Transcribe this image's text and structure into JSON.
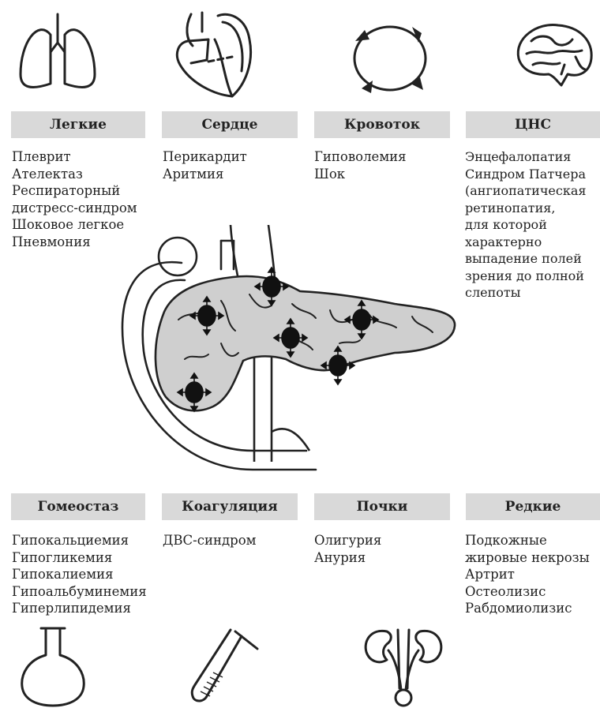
{
  "top_sections": [
    {
      "id": "lungs",
      "icon": "lungs-icon",
      "title": "Легкие",
      "items": [
        "Плеврит",
        "Ателектаз",
        "Респираторный",
        "дистресс-синдром",
        "Шоковое легкое",
        "Пневмония"
      ]
    },
    {
      "id": "heart",
      "icon": "heart-icon",
      "title": "Сердце",
      "items": [
        "Перикардит",
        "Аритмия"
      ]
    },
    {
      "id": "circulation",
      "icon": "circulation-cycle-icon",
      "title": "Кровоток",
      "items": [
        "Гиповолемия",
        "Шок"
      ]
    },
    {
      "id": "cns",
      "icon": "brain-icon",
      "title": "ЦНС",
      "items": [
        "Энцефалопатия",
        "Синдром Патчера",
        "(ангиопатическая",
        "ретинопатия,",
        "для которой",
        "характерно",
        "выпадение полей",
        "зрения до полной",
        "слепоты"
      ]
    }
  ],
  "bottom_sections": [
    {
      "id": "homeostasis",
      "icon": "flask-icon",
      "title": "Гомеостаз",
      "items": [
        "Гипокальциемия",
        "Гипогликемия",
        "Гипокалиемия",
        "Гипоальбуминемия",
        "Гиперлипидемия"
      ]
    },
    {
      "id": "coagulation",
      "icon": "test-tube-icon",
      "title": "Коагуляция",
      "items": [
        "ДВС-синдром"
      ]
    },
    {
      "id": "kidneys",
      "icon": "kidneys-icon",
      "title": "Почки",
      "items": [
        "Олигурия",
        "Анурия"
      ]
    },
    {
      "id": "rare",
      "icon": "none",
      "title": "Редкие",
      "items": [
        "Подкожные",
        "жировые некрозы",
        "Артрит",
        "Остеолизис",
        "Рабдомиолизис"
      ]
    }
  ],
  "center_illustration": {
    "icon": "pancreas-illustration",
    "necrosis_foci": 6
  },
  "colors": {
    "header_bg": "#d9d9d9",
    "organ_fill": "#cfcfcf",
    "stroke": "#222222"
  }
}
